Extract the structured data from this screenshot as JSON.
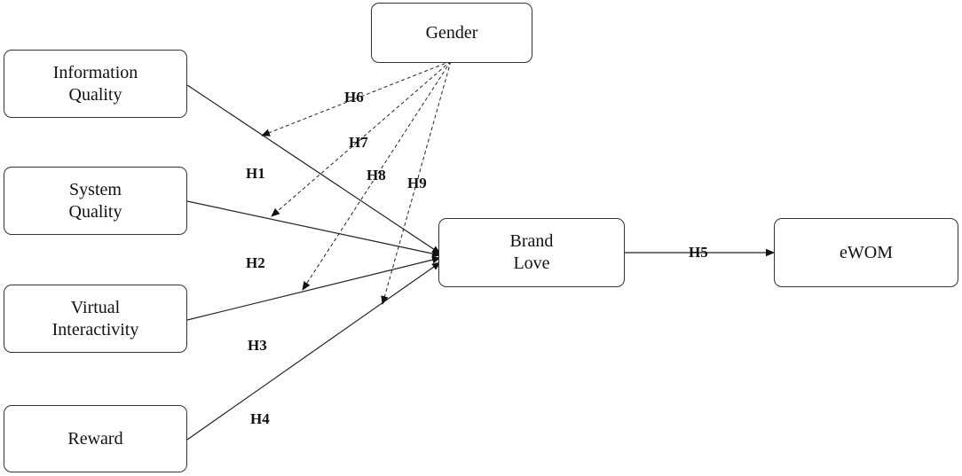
{
  "nodes": {
    "gender": {
      "lines": [
        "Gender"
      ]
    },
    "information_quality": {
      "lines": [
        "Information",
        "Quality"
      ]
    },
    "system_quality": {
      "lines": [
        "System",
        "Quality"
      ]
    },
    "virtual_interactivity": {
      "lines": [
        "Virtual",
        "Interactivity"
      ]
    },
    "reward": {
      "lines": [
        "Reward"
      ]
    },
    "brand_love": {
      "lines": [
        "Brand",
        "Love"
      ]
    },
    "ewom": {
      "lines": [
        "eWOM"
      ]
    }
  },
  "hypotheses": {
    "h1": "H1",
    "h2": "H2",
    "h3": "H3",
    "h4": "H4",
    "h5": "H5",
    "h6": "H6",
    "h7": "H7",
    "h8": "H8",
    "h9": "H9"
  },
  "paths": [
    {
      "from": "information_quality",
      "to": "brand_love",
      "style": "solid",
      "label": "h1"
    },
    {
      "from": "system_quality",
      "to": "brand_love",
      "style": "solid",
      "label": "h2"
    },
    {
      "from": "virtual_interactivity",
      "to": "brand_love",
      "style": "solid",
      "label": "h3"
    },
    {
      "from": "reward",
      "to": "brand_love",
      "style": "solid",
      "label": "h4"
    },
    {
      "from": "brand_love",
      "to": "ewom",
      "style": "solid",
      "label": "h5"
    },
    {
      "from": "gender",
      "to": "h1_path",
      "style": "dashed",
      "label": "h6"
    },
    {
      "from": "gender",
      "to": "h2_path",
      "style": "dashed",
      "label": "h7"
    },
    {
      "from": "gender",
      "to": "h3_path",
      "style": "dashed",
      "label": "h8"
    },
    {
      "from": "gender",
      "to": "h4_path",
      "style": "dashed",
      "label": "h9"
    }
  ]
}
